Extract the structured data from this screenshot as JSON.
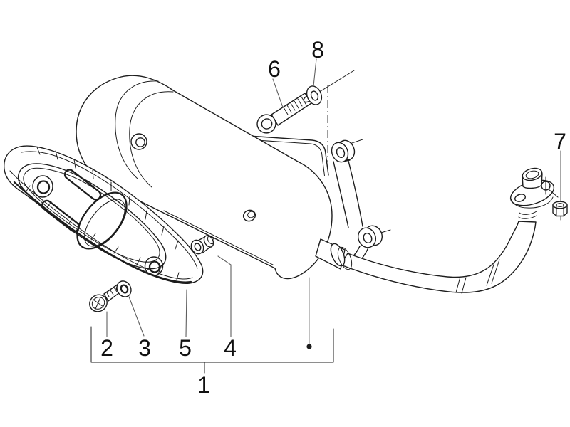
{
  "figure": {
    "type": "exploded-parts-diagram",
    "subject": "scooter exhaust silencer assembly"
  },
  "colors": {
    "background": "#ffffff",
    "line": "#1d1d1d",
    "leader": "#5f5f5f",
    "label": "#111111"
  },
  "callouts": [
    {
      "label": "1"
    },
    {
      "label": "2"
    },
    {
      "label": "3"
    },
    {
      "label": "4"
    },
    {
      "label": "5"
    },
    {
      "label": "6"
    },
    {
      "label": "7"
    },
    {
      "label": "8"
    }
  ]
}
